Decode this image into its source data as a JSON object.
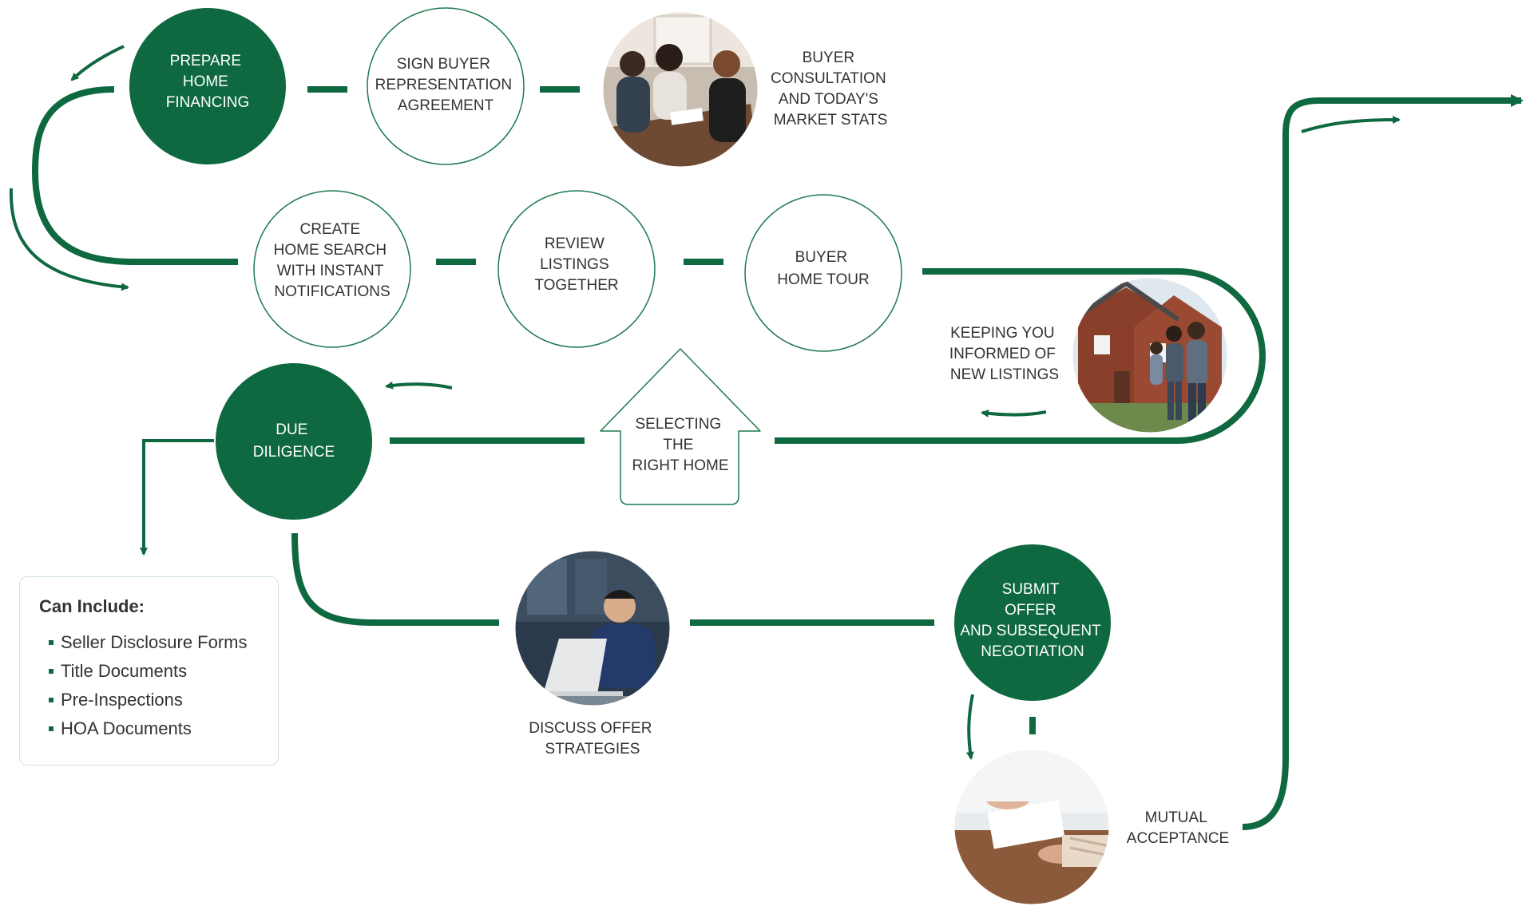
{
  "colors": {
    "primary": "#0e6840",
    "outline": "#1f7a4d",
    "text": "#333333",
    "on_primary": "#ffffff"
  },
  "steps": {
    "prepare_home_financing": [
      "PREPARE",
      "HOME",
      "FINANCING"
    ],
    "sign_buyer_representation": [
      "SIGN BUYER",
      "REPRESENTATION",
      "AGREEMENT"
    ],
    "buyer_consultation": [
      "BUYER",
      "CONSULTATION",
      "AND TODAY'S",
      "MARKET STATS"
    ],
    "create_home_search": [
      "CREATE",
      "HOME SEARCH",
      "WITH INSTANT",
      "NOTIFICATIONS"
    ],
    "review_listings": [
      "REVIEW",
      "LISTINGS",
      "TOGETHER"
    ],
    "buyer_home_tour": [
      "BUYER",
      "HOME TOUR"
    ],
    "keeping_you_informed": [
      "KEEPING YOU",
      "INFORMED OF",
      "NEW LISTINGS"
    ],
    "due_diligence": [
      "DUE",
      "DILIGENCE"
    ],
    "selecting_right_home": [
      "SELECTING",
      "THE",
      "RIGHT HOME"
    ],
    "discuss_offer": [
      "DISCUSS OFFER",
      "STRATEGIES"
    ],
    "submit_offer": [
      "SUBMIT",
      "OFFER",
      "AND SUBSEQUENT",
      "NEGOTIATION"
    ],
    "mutual_acceptance": [
      "MUTUAL",
      "ACCEPTANCE"
    ]
  },
  "can_include": {
    "title": "Can Include:",
    "items": [
      "Seller Disclosure Forms",
      "Title Documents",
      "Pre-Inspections",
      "HOA Documents"
    ]
  },
  "photos": {
    "consultation": "people-at-table-photo",
    "home_tour": "couple-in-front-of-house-photo",
    "offer": "man-at-laptop-photo",
    "acceptance": "handshake-at-desk-photo"
  }
}
